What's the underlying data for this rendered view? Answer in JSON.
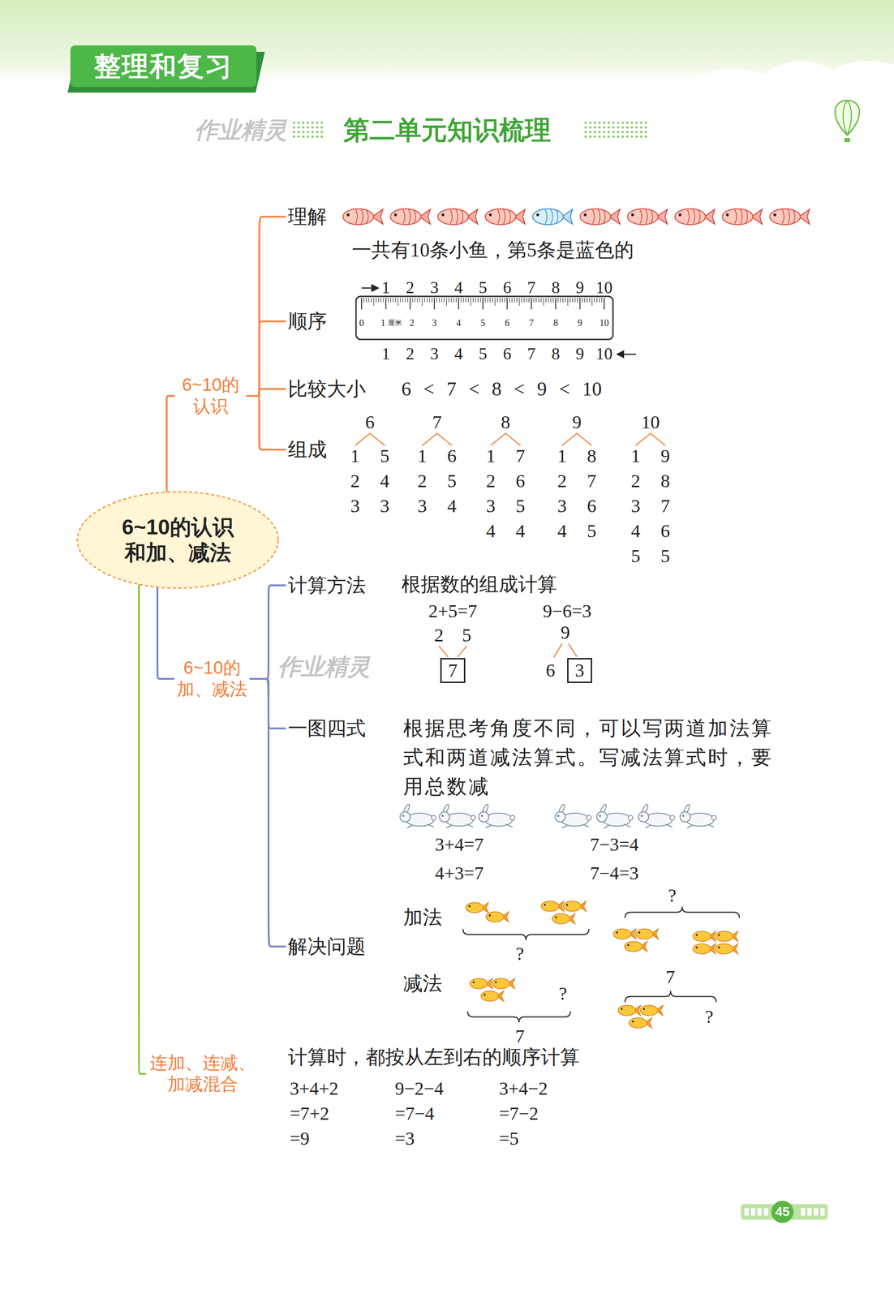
{
  "diagram": {
    "title": "第二单元知识梳理",
    "nodes": [
      {
        "text": [
          "整理和复习"
        ]
      },
      {
        "text": [
          "6~10的认识 和加、减法"
        ]
      },
      {
        "text": [
          "6~10的认识"
        ]
      },
      {
        "text": [
          "理解"
        ]
      },
      {
        "text": [
          "顺序"
        ]
      },
      {
        "text": [
          "比较大小"
        ]
      },
      {
        "text": [
          "组成"
        ]
      },
      {
        "text": [
          "6~10的加、减法"
        ]
      },
      {
        "text": [
          "计算方法"
        ]
      },
      {
        "text": [
          "7"
        ]
      },
      {
        "text": [
          "3"
        ]
      },
      {
        "text": [
          "一图四式"
        ]
      },
      {
        "text": [
          "解决问题"
        ]
      },
      {
        "text": [
          "连加、连减、加减混合"
        ]
      }
    ],
    "edges": [
      {
        "from": 1,
        "to": 2,
        "arrow": "none"
      },
      {
        "from": 2,
        "to": 3,
        "arrow": "none"
      },
      {
        "from": 2,
        "to": 4,
        "arrow": "none"
      },
      {
        "from": 2,
        "to": 5,
        "arrow": "none"
      },
      {
        "from": 2,
        "to": 6,
        "arrow": "none"
      },
      {
        "from": 1,
        "to": 7,
        "arrow": "none"
      },
      {
        "from": 7,
        "to": 8,
        "arrow": "none"
      },
      {
        "from": 7,
        "to": 11,
        "arrow": "none"
      },
      {
        "from": 7,
        "to": 12,
        "arrow": "none"
      },
      {
        "from": 1,
        "to": 13,
        "arrow": "none"
      }
    ],
    "labels": [
      "作业精灵",
      "作业精灵",
      "一共有10条小鱼，第5条是蓝色的",
      "1",
      "2",
      "3",
      "4",
      "5",
      "6",
      "7",
      "8",
      "9",
      "10",
      "0",
      "1",
      "厘米",
      "2",
      "3",
      "4",
      "5",
      "6",
      "7",
      "8",
      "9",
      "10",
      "1",
      "2",
      "3",
      "4",
      "5",
      "6",
      "7",
      "8",
      "9",
      "10",
      "6 < 7 < 8 < 9 < 10",
      "6",
      "1 5",
      "2 4",
      "3 3",
      "7",
      "1 6",
      "2 5",
      "3 4",
      "8",
      "1 7",
      "2 6",
      "3 5",
      "4 4",
      "9",
      "1 8",
      "2 7",
      "3 6",
      "4 5",
      "10",
      "1 9",
      "2 8",
      "3 7",
      "4 6",
      "5 5",
      "根据数的组成计算",
      "2+5=7",
      "9−6=3",
      "2 5",
      "9",
      "6",
      "根据思考角度不同，可以写两道加法算式和两道减法算式。写减法算式时，要用总数减",
      "3+4=7",
      "7−3=4",
      "4+3=7",
      "7−4=3",
      "加法",
      "?",
      "?",
      "减法",
      "7",
      "?",
      "?",
      "7",
      "计算时，都按从左到右的顺序计算",
      "3+4+2",
      "9−2−4",
      "3+4−2",
      "=7+2",
      "=7−4",
      "=7−2",
      "=9",
      "=3",
      "=5",
      "45"
    ]
  }
}
